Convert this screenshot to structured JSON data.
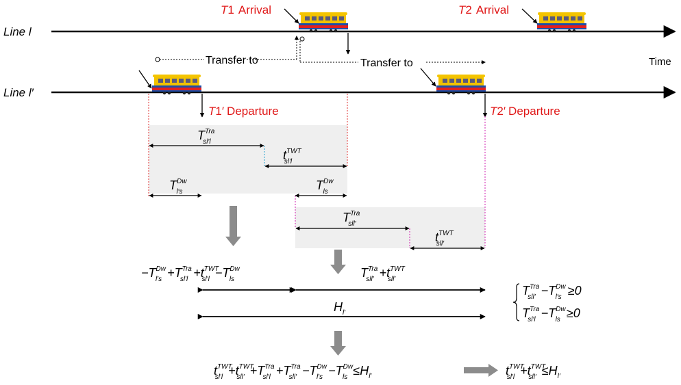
{
  "colors": {
    "accent_red": "#e01818",
    "shade": "#efefef",
    "gray_arrow": "#8c8c8c",
    "red_dashed": "#e03030",
    "magenta_dashed": "#d020b0",
    "cyan_dashed": "#20a0d0"
  },
  "icons": [
    "train-icon",
    "gray-down-arrow-icon",
    "gray-right-arrow-icon"
  ],
  "lines": {
    "line_l": "Line l",
    "line_lp": "Line l′",
    "time": "Time"
  },
  "events": {
    "t1_tag": "T",
    "t1_num": "1",
    "t1_text": "Arrival",
    "t2_tag": "T",
    "t2_num": "2",
    "t2_text": "Arrival",
    "t1p_tag": "T",
    "t1p_num": "1′",
    "t1p_text": "Departure",
    "t2p_tag": "T",
    "t2p_num": "2′",
    "t2p_text": "Departure"
  },
  "transfer_label": "Transfer to",
  "notation": {
    "T": "T",
    "t": "t",
    "H": "H",
    "Tra": "Tra",
    "TWT": "TWT",
    "Dw": "Dw",
    "sl_prime_l": "sl′l",
    "sll_prime": "sll′",
    "l_prime_s": "l′s",
    "ls": "ls",
    "l_prime": "l′"
  },
  "operators": {
    "minus": "−",
    "plus": "+",
    "geq_zero": "≥0",
    "leq": "≤"
  }
}
